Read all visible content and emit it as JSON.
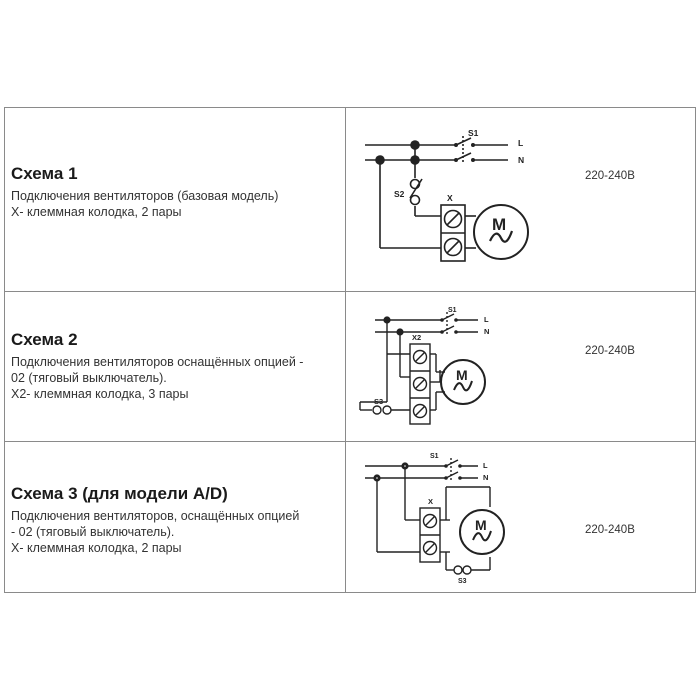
{
  "schemes": [
    {
      "title": "Схема 1",
      "description": "Подключения вентиляторов  (базовая модель)\nX- клеммная колодка, 2 пары",
      "voltage": "220-240В",
      "labels": {
        "s1": "S1",
        "s2": "S2",
        "x": "X",
        "l": "L",
        "n": "N",
        "m": "M"
      }
    },
    {
      "title": "Схема 2",
      "description": "Подключения вентиляторов оснащённых опцией -\n02 (тяговый выключатель).\nX2- клеммная колодка, 3 пары",
      "voltage": "220-240В",
      "labels": {
        "s1": "S1",
        "s3": "S3",
        "x2": "X2",
        "l": "L",
        "n": "N",
        "m": "M"
      }
    },
    {
      "title": "Схема 3 (для модели A/D)",
      "description": "Подключения вентиляторов, оснащённых опцией\n- 02 (тяговый выключатель).\nX- клеммная колодка, 2 пары",
      "voltage": "220-240В",
      "labels": {
        "s1": "S1",
        "s3": "S3",
        "x": "X",
        "l": "L",
        "n": "N",
        "m": "M"
      }
    }
  ]
}
